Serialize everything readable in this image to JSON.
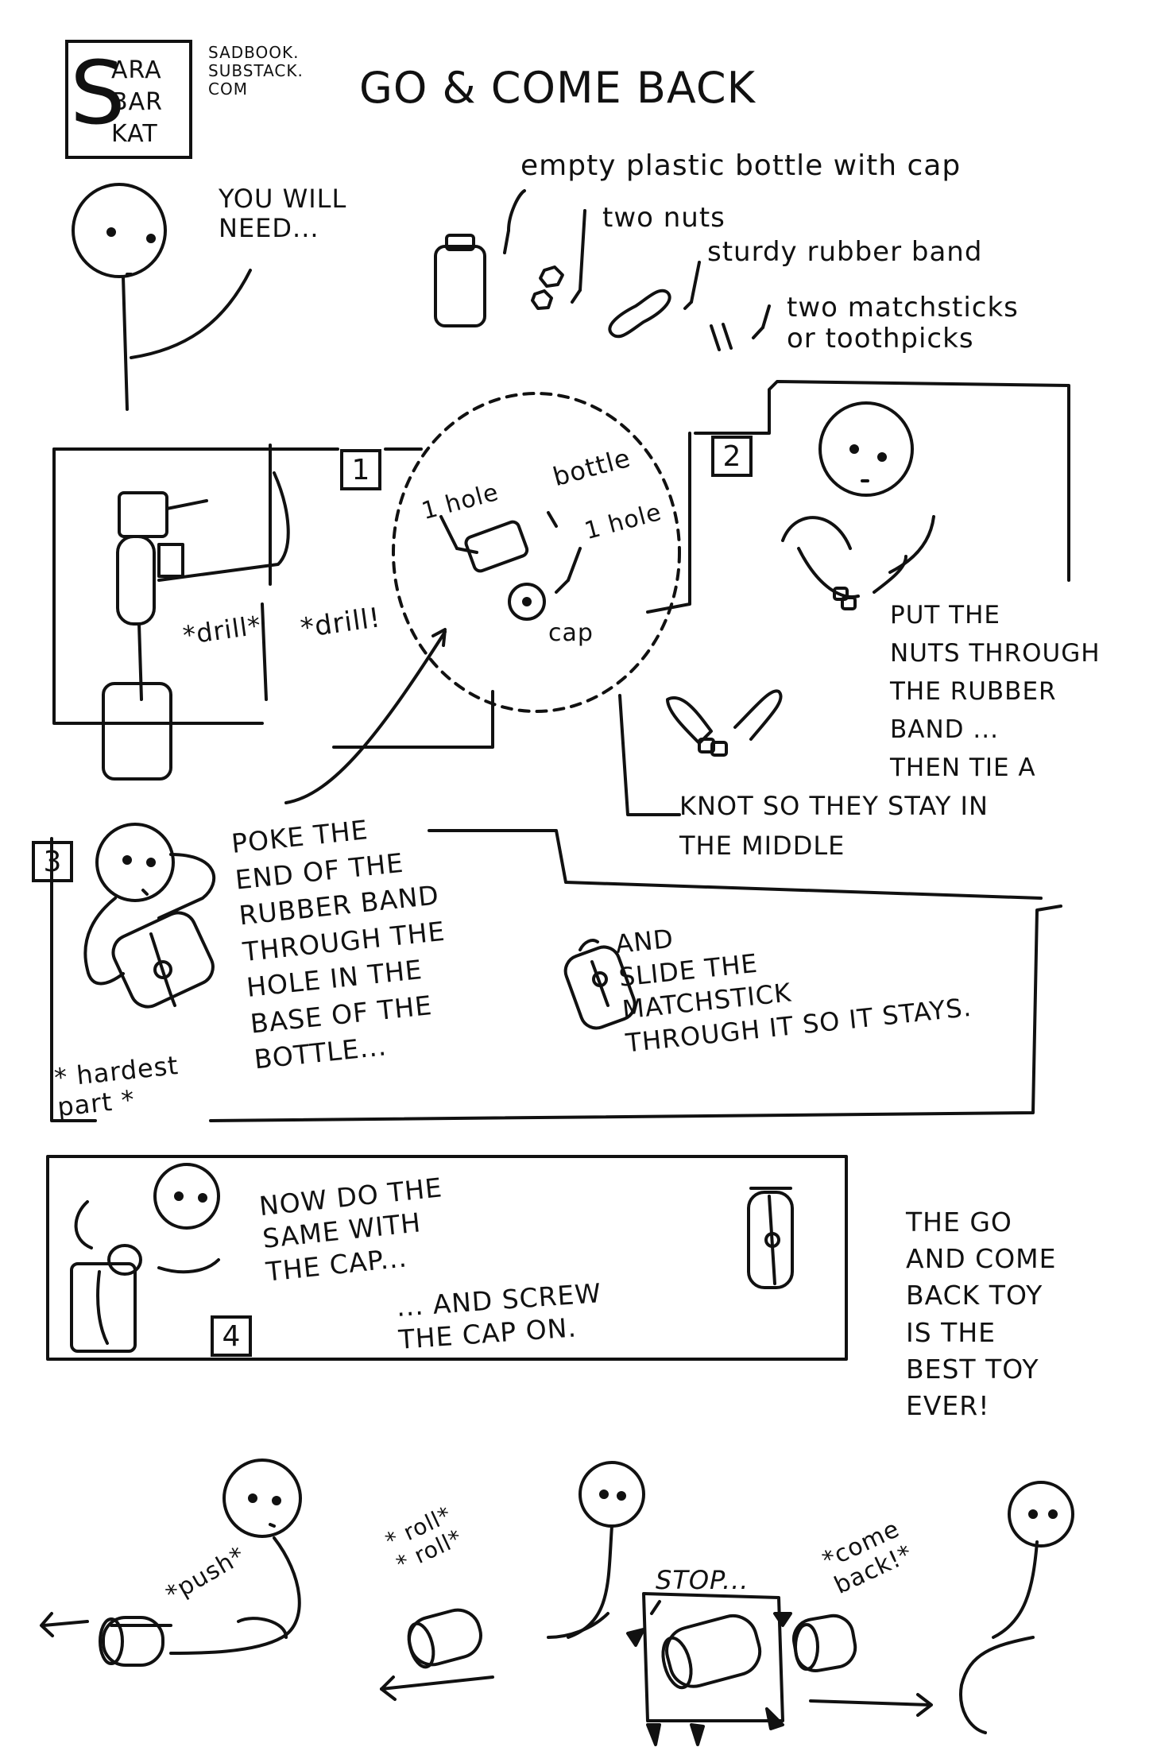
{
  "header": {
    "logo_lines": [
      "S",
      "ARA",
      "BAR",
      "KAT"
    ],
    "site": "SADBOOK.\nSUBSTACK.\nCOM",
    "title": "GO & COME BACK"
  },
  "supplies": {
    "intro": "YOU WILL\nNEED...",
    "items": [
      "empty plastic bottle with cap",
      "two nuts",
      "sturdy rubber band",
      "two matchsticks\nor toothpicks"
    ]
  },
  "step1": {
    "number": "1",
    "drill_a": "*drill*",
    "drill_b": "*drill!",
    "hole_a": "1 hole",
    "hole_b": "1 hole",
    "bottle": "bottle",
    "cap": "cap"
  },
  "step2": {
    "number": "2",
    "text": "PUT THE\nNUTS THROUGH\nTHE RUBBER\nBAND ...\nTHEN TIE A",
    "text2": "KNOT SO THEY STAY IN\nTHE MIDDLE"
  },
  "step3": {
    "number": "3",
    "text": "POKE THE\nEND OF THE\nRUBBER BAND\nTHROUGH THE\nHOLE IN THE\nBASE OF THE\nBOTTLE...",
    "text2": "AND\nSLIDE THE\nMATCHSTICK\nTHROUGH IT SO IT STAYS.",
    "note": "* hardest\npart *"
  },
  "step4": {
    "number": "4",
    "text": "NOW DO THE\nSAME WITH\nTHE CAP...",
    "text2": "... AND SCREW\nTHE CAP ON."
  },
  "closing": "THE GO\nAND COME\nBACK TOY\nIS THE\nBEST TOY\nEVER!",
  "bottom": {
    "push": "*push*",
    "roll": "* roll*\n* roll*",
    "stop": "STOP...",
    "come_back": "*come\nback!*"
  }
}
